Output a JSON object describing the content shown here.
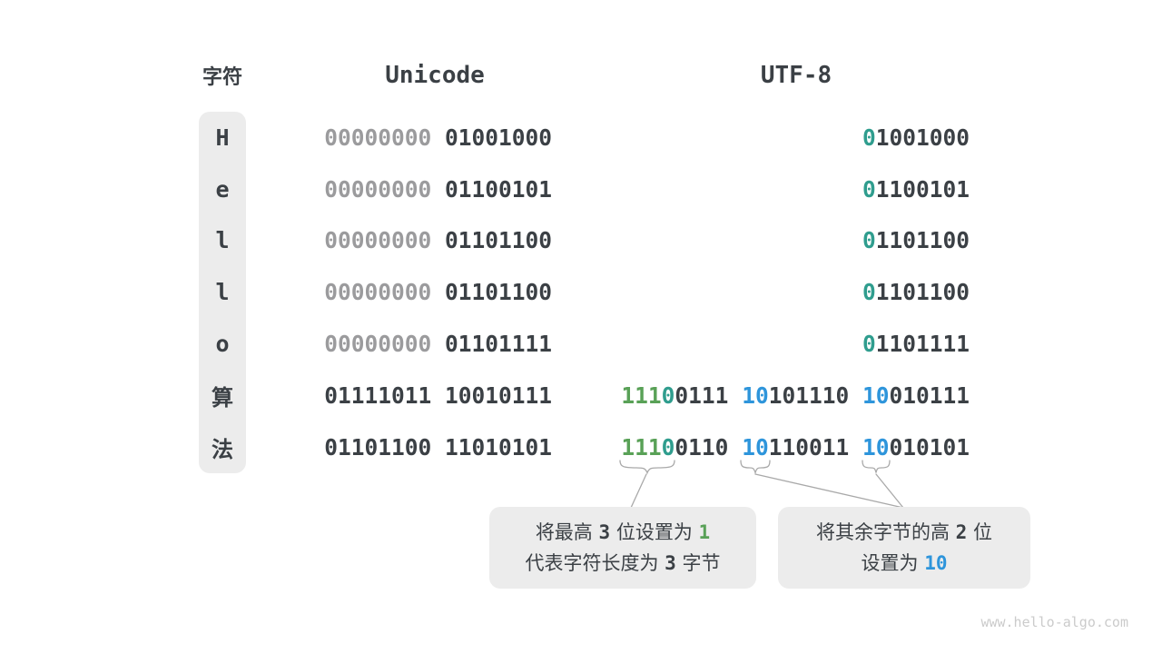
{
  "page": {
    "watermark": "www.hello-algo.com"
  },
  "colors": {
    "dark": "#3b4045",
    "gray": "#9b9b9d",
    "green": "#59a157",
    "teal": "#2f9d8e",
    "blue": "#2e95db",
    "box_bg": "#ececec",
    "pill_bg": "#ececec",
    "line": "#a9a9a9",
    "watermark": "#cbcbcb",
    "page_bg": "#ffffff"
  },
  "headers": {
    "char": "字符",
    "unicode": "Unicode",
    "utf8": "UTF-8"
  },
  "rows": [
    {
      "char": "H",
      "unicode": [
        {
          "t": "00000000",
          "c": "gray"
        },
        {
          "t": " 01001000",
          "c": "dark"
        }
      ],
      "utf8": [
        {
          "t": "0",
          "c": "teal"
        },
        {
          "t": "1001000",
          "c": "dark"
        }
      ]
    },
    {
      "char": "e",
      "unicode": [
        {
          "t": "00000000",
          "c": "gray"
        },
        {
          "t": " 01100101",
          "c": "dark"
        }
      ],
      "utf8": [
        {
          "t": "0",
          "c": "teal"
        },
        {
          "t": "1100101",
          "c": "dark"
        }
      ]
    },
    {
      "char": "l",
      "unicode": [
        {
          "t": "00000000",
          "c": "gray"
        },
        {
          "t": " 01101100",
          "c": "dark"
        }
      ],
      "utf8": [
        {
          "t": "0",
          "c": "teal"
        },
        {
          "t": "1101100",
          "c": "dark"
        }
      ]
    },
    {
      "char": "l",
      "unicode": [
        {
          "t": "00000000",
          "c": "gray"
        },
        {
          "t": " 01101100",
          "c": "dark"
        }
      ],
      "utf8": [
        {
          "t": "0",
          "c": "teal"
        },
        {
          "t": "1101100",
          "c": "dark"
        }
      ]
    },
    {
      "char": "o",
      "unicode": [
        {
          "t": "00000000",
          "c": "gray"
        },
        {
          "t": " 01101111",
          "c": "dark"
        }
      ],
      "utf8": [
        {
          "t": "0",
          "c": "teal"
        },
        {
          "t": "1101111",
          "c": "dark"
        }
      ]
    },
    {
      "char": "算",
      "unicode": [
        {
          "t": "01111011 10010111",
          "c": "dark"
        }
      ],
      "utf8": [
        {
          "t": "111",
          "c": "green"
        },
        {
          "t": "0",
          "c": "teal"
        },
        {
          "t": "0111 ",
          "c": "dark"
        },
        {
          "t": "10",
          "c": "blue"
        },
        {
          "t": "101110 ",
          "c": "dark"
        },
        {
          "t": "10",
          "c": "blue"
        },
        {
          "t": "010111",
          "c": "dark"
        }
      ]
    },
    {
      "char": "法",
      "unicode": [
        {
          "t": "01101100 11010101",
          "c": "dark"
        }
      ],
      "utf8": [
        {
          "t": "111",
          "c": "green"
        },
        {
          "t": "0",
          "c": "teal"
        },
        {
          "t": "0110 ",
          "c": "dark"
        },
        {
          "t": "10",
          "c": "blue"
        },
        {
          "t": "110011 ",
          "c": "dark"
        },
        {
          "t": "10",
          "c": "blue"
        },
        {
          "t": "010101",
          "c": "dark"
        }
      ]
    }
  ],
  "annotations": {
    "left_box": {
      "line1": [
        {
          "t": "将最高 ",
          "c": "cjk"
        },
        {
          "t": "3",
          "c": "num"
        },
        {
          "t": " 位设置为 ",
          "c": "cjk"
        },
        {
          "t": "1",
          "c": "green-bold"
        }
      ],
      "line2": [
        {
          "t": "代表字符长度为 ",
          "c": "cjk"
        },
        {
          "t": "3",
          "c": "num"
        },
        {
          "t": " 字节",
          "c": "cjk"
        }
      ]
    },
    "right_box": {
      "line1": [
        {
          "t": "将其余字节的高 ",
          "c": "cjk"
        },
        {
          "t": "2",
          "c": "num"
        },
        {
          "t": " 位",
          "c": "cjk"
        }
      ],
      "line2": [
        {
          "t": "设置为 ",
          "c": "cjk"
        },
        {
          "t": "10",
          "c": "blue-bold"
        }
      ]
    }
  }
}
